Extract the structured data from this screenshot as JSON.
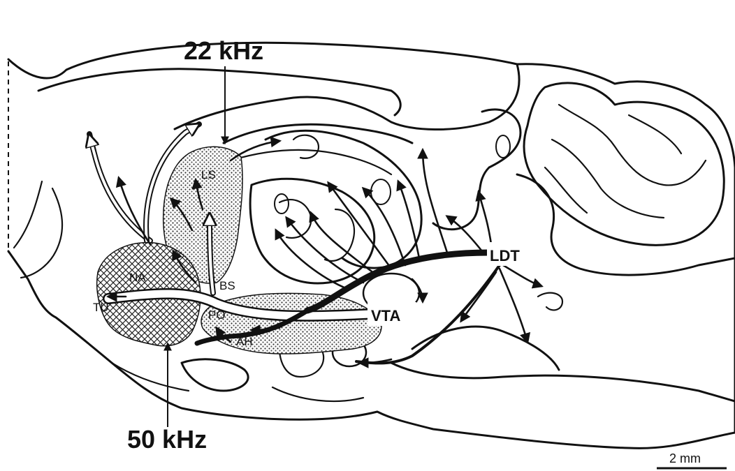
{
  "labels": {
    "khz22": "22 kHz",
    "khz50": "50 kHz",
    "ldt": "LDT",
    "vta": "VTA",
    "ls": "LS",
    "bs": "BS",
    "na": "NA",
    "tu": "TU",
    "po": "PO",
    "ah": "AH"
  },
  "scale_bar": "2 mm"
}
